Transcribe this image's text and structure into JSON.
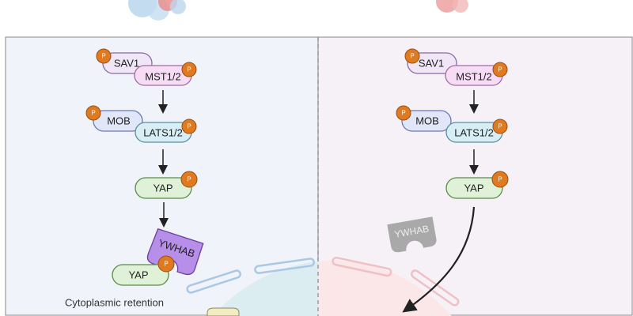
{
  "colors": {
    "left_bg": "#f0f3f9",
    "right_bg": "#f6f1f7",
    "phospho": "#e07a20",
    "sav1": "#efe6f8",
    "mst": "#f6dcf5",
    "mob": "#e1e7f8",
    "lats": "#d6eef4",
    "yap": "#dff2d8",
    "ywhab": "#b78ee8",
    "ywhab_inactive": "#a9a9a9"
  },
  "phospho_label": "P",
  "left": {
    "sav1": "SAV1",
    "mst": "MST1/2",
    "mob": "MOB",
    "lats": "LATS1/2",
    "yap": "YAP",
    "ywhab": "YWHAB",
    "yap_bound": "YAP",
    "caption": "Cytoplasmic retention"
  },
  "right": {
    "sav1": "SAV1",
    "mst": "MST1/2",
    "mob": "MOB",
    "lats": "LATS1/2",
    "yap": "YAP",
    "ywhab": "YWHAB"
  }
}
